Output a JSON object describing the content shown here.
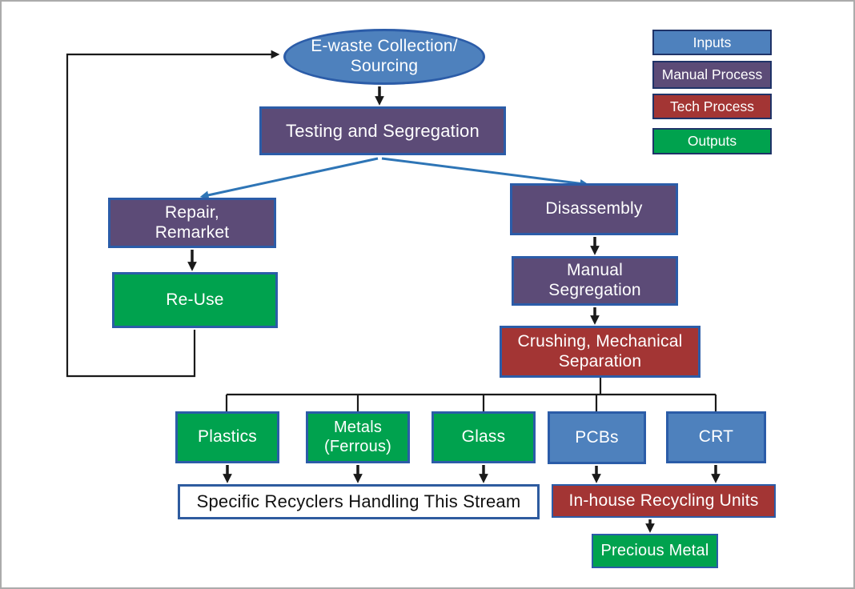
{
  "title": "E-waste recycling process flow diagram",
  "colors": {
    "input_blue": "#4e81bd",
    "manual_process_purple": "#5c4b77",
    "tech_process_red": "#a33534",
    "output_green": "#00a24e",
    "box_border_blue": "#2b5ca8",
    "legend_border_navy": "#1f3368",
    "connector_black": "#1a1a1a",
    "flow_arrow_blue": "#2e75b6",
    "canvas_border_gray": "#ababab"
  },
  "nodes": {
    "collection": {
      "label": "E-waste Collection/\nSourcing",
      "type": "input"
    },
    "testing": {
      "label": "Testing and Segregation",
      "type": "manual-process"
    },
    "repair": {
      "label": "Repair,\nRemarket",
      "type": "manual-process"
    },
    "reuse": {
      "label": "Re-Use",
      "type": "output"
    },
    "disassembly": {
      "label": "Disassembly",
      "type": "manual-process"
    },
    "manual_segregation": {
      "label": "Manual\nSegregation",
      "type": "manual-process"
    },
    "crushing": {
      "label": "Crushing, Mechanical\nSeparation",
      "type": "tech-process"
    },
    "plastics": {
      "label": "Plastics",
      "type": "output"
    },
    "metals": {
      "label": "Metals\n(Ferrous)",
      "type": "output"
    },
    "glass": {
      "label": "Glass",
      "type": "output"
    },
    "pcbs": {
      "label": "PCBs",
      "type": "input"
    },
    "crt": {
      "label": "CRT",
      "type": "input"
    },
    "specific_recyclers": {
      "label": "Specific Recyclers Handling This Stream",
      "type": "plain"
    },
    "inhouse": {
      "label": "In-house Recycling Units",
      "type": "tech-process"
    },
    "precious_metal": {
      "label": "Precious Metal",
      "type": "output"
    }
  },
  "legend": {
    "items": [
      {
        "label": "Inputs",
        "color": "#4e81bd"
      },
      {
        "label": "Manual Process",
        "color": "#5c4b77"
      },
      {
        "label": "Tech Process",
        "color": "#a33534"
      },
      {
        "label": "Outputs",
        "color": "#00a24e"
      }
    ]
  }
}
